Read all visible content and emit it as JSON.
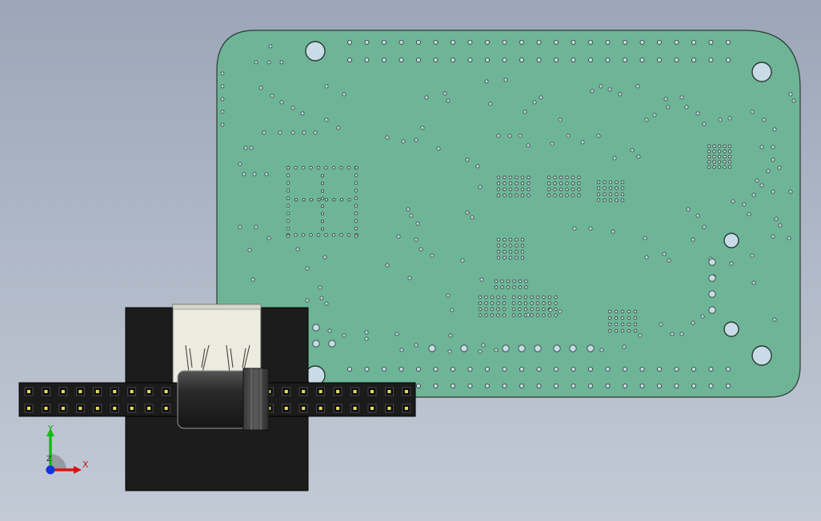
{
  "viewport": {
    "background_top": "#9ba6b8",
    "background_bottom": "#c3cad6"
  },
  "pcb": {
    "color": "#6db596",
    "outline": "#2c3a33",
    "hole_fill": "#c9dbe7"
  },
  "header_connector": {
    "color": "#1b1b1b",
    "pin_color": "#e8dc60",
    "pins_per_row": 23,
    "rows": 2
  },
  "usb_connector": {
    "housing_color": "#1c1c1c",
    "shell_color": "#ecebe0"
  },
  "triad": {
    "x_label": "X",
    "y_label": "Y",
    "z_label": "Z",
    "x_color": "#dd1111",
    "y_color": "#11bb11",
    "z_color": "#1133dd"
  }
}
